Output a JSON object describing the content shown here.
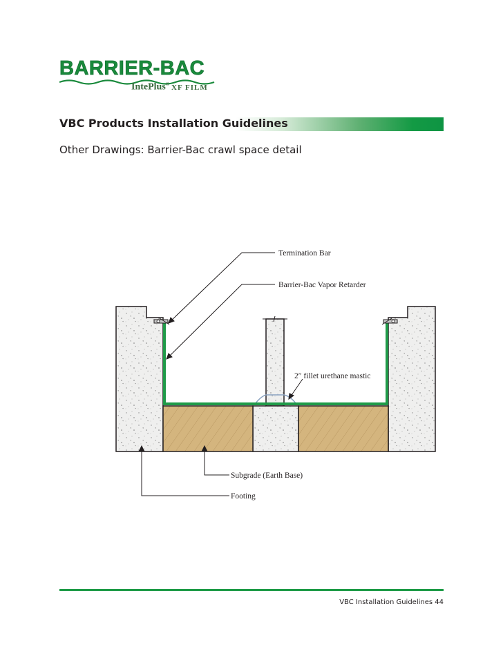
{
  "header": {
    "logo_text": "BARRIER-BAC",
    "logo_subtitle": "IntePlus",
    "logo_registered": "®",
    "logo_subtitle_suffix": "XF FILM"
  },
  "document": {
    "title": "VBC Products Installation Guidelines",
    "subtitle": "Other Drawings: Barrier-Bac crawl space detail"
  },
  "drawing": {
    "labels": {
      "termination_bar": "Termination Bar",
      "vapor_retarder": "Barrier-Bac Vapor Retarder",
      "fillet": "2″ fillet urethane mastic",
      "subgrade": "Subgrade (Earth Base)",
      "footing": "Footing"
    },
    "colors": {
      "membrane": "#1f9a48",
      "concrete": "#efefee",
      "earth": "#d4b57e",
      "mastic": "#8aa2c0",
      "brand_green": "#1a8a3c"
    }
  },
  "footer": {
    "text": "VBC Installation Guidelines 44"
  }
}
